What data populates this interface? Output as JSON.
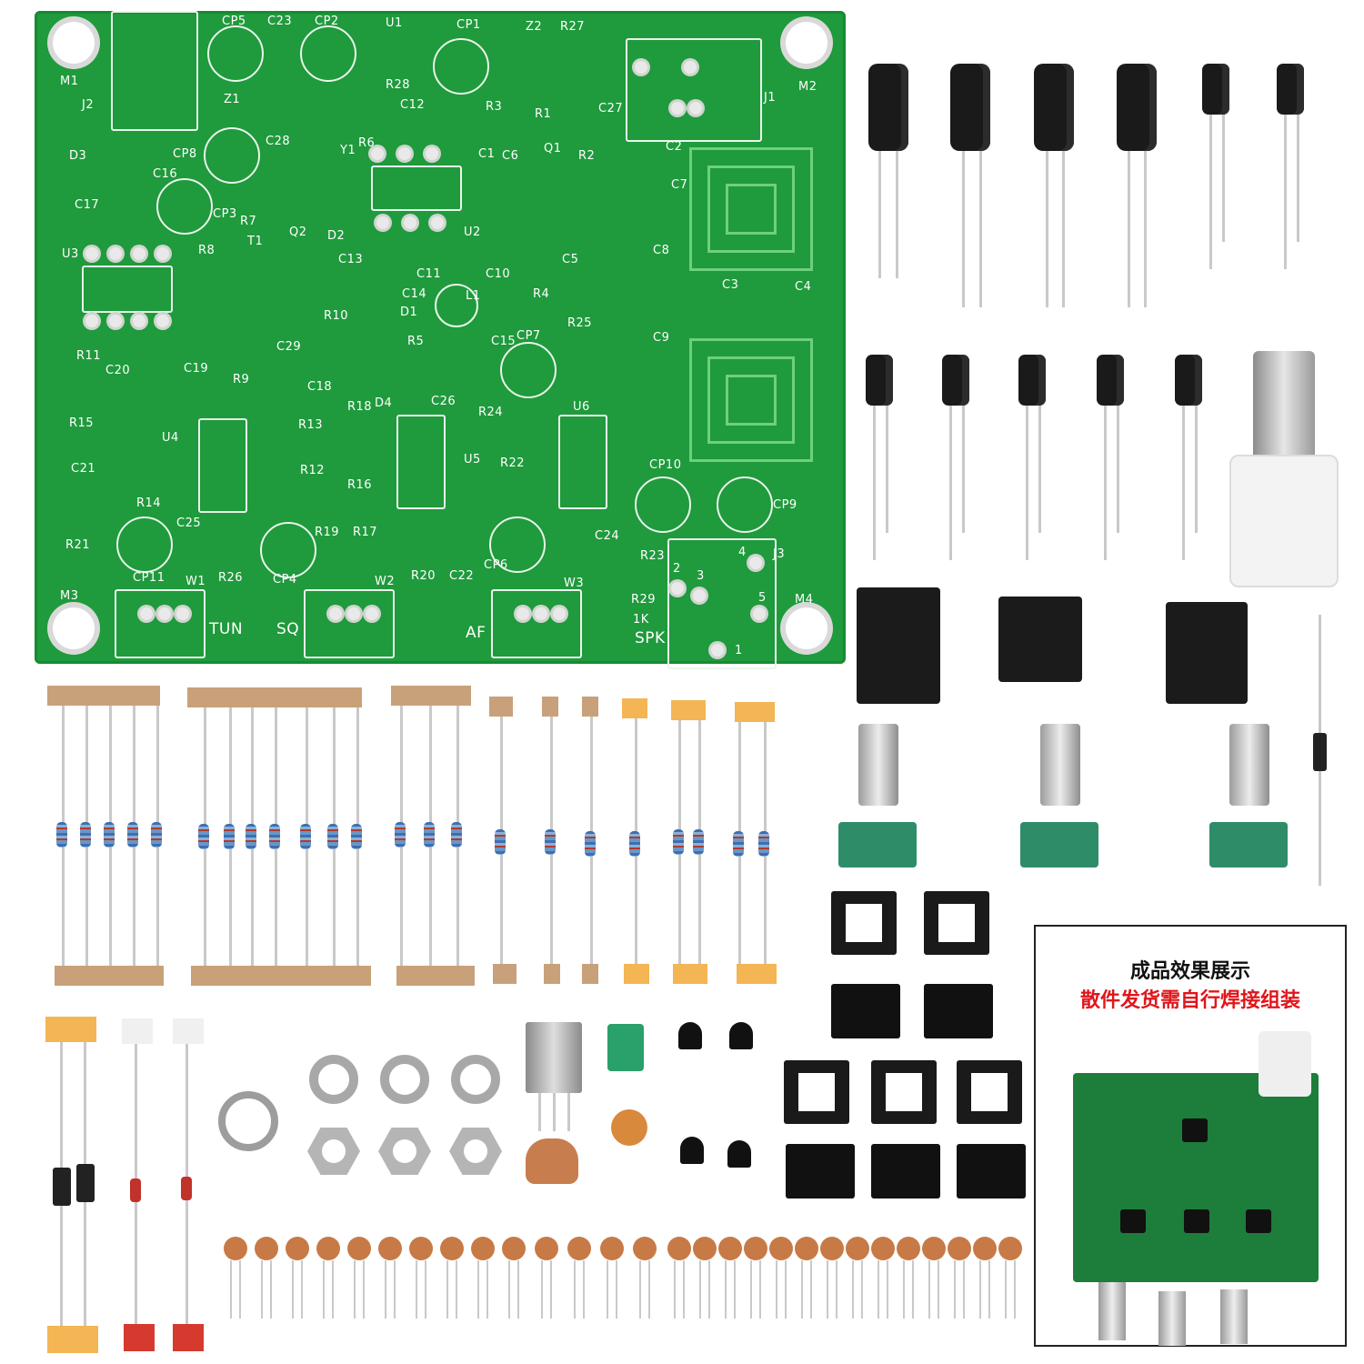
{
  "pcb": {
    "labels": {
      "m1": "M1",
      "m2": "M2",
      "m3": "M3",
      "m4": "M4",
      "j1": "J1",
      "j2": "J2",
      "j3": "J3",
      "cp1": "CP1",
      "cp2": "CP2",
      "cp3": "CP3",
      "cp4": "CP4",
      "cp5": "CP5",
      "cp6": "CP6",
      "cp7": "CP7",
      "cp8": "CP8",
      "cp9": "CP9",
      "cp10": "CP10",
      "cp11": "CP11",
      "u1": "U1",
      "u2": "U2",
      "u3": "U3",
      "u4": "U4",
      "u5": "U5",
      "u6": "U6",
      "q1": "Q1",
      "q2": "Q2",
      "y1": "Y1",
      "t1": "T1",
      "l1": "L1",
      "z1": "Z1",
      "z2": "Z2",
      "d1": "D1",
      "d2": "D2",
      "d3": "D3",
      "d4": "D4",
      "w1": "W1",
      "w2": "W2",
      "w3": "W3",
      "c1": "C1",
      "c2": "C2",
      "c3": "C3",
      "c4": "C4",
      "c5": "C5",
      "c6": "C6",
      "c7": "C7",
      "c8": "C8",
      "c9": "C9",
      "c10": "C10",
      "c11": "C11",
      "c12": "C12",
      "c13": "C13",
      "c14": "C14",
      "c15": "C15",
      "c16": "C16",
      "c17": "C17",
      "c18": "C18",
      "c19": "C19",
      "c20": "C20",
      "c21": "C21",
      "c22": "C22",
      "c23": "C23",
      "c24": "C24",
      "c25": "C25",
      "c26": "C26",
      "c27": "C27",
      "c28": "C28",
      "c29": "C29",
      "r1": "R1",
      "r2": "R2",
      "r3": "R3",
      "r4": "R4",
      "r5": "R5",
      "r6": "R6",
      "r7": "R7",
      "r8": "R8",
      "r9": "R9",
      "r10": "R10",
      "r11": "R11",
      "r12": "R12",
      "r13": "R13",
      "r14": "R14",
      "r15": "R15",
      "r16": "R16",
      "r17": "R17",
      "r18": "R18",
      "r19": "R19",
      "r20": "R20",
      "r21": "R21",
      "r22": "R22",
      "r23": "R23",
      "r24": "R24",
      "r25": "R25",
      "r26": "R26",
      "r27": "R27",
      "r28": "R28",
      "r29": "R29",
      "tun": "TUN",
      "sq": "SQ",
      "af": "AF",
      "spk": "SPK",
      "one_k": "1K",
      "pin1": "1",
      "pin2": "2",
      "pin3": "3",
      "pin4": "4",
      "pin5": "5"
    }
  },
  "inset": {
    "line1": "成品效果展示",
    "line2": "散件发货需自行焊接组装"
  },
  "colors": {
    "pcb_green": "#1f9a3c",
    "resistor_paper": "#c8a17a",
    "accent_red": "#e0161b"
  }
}
